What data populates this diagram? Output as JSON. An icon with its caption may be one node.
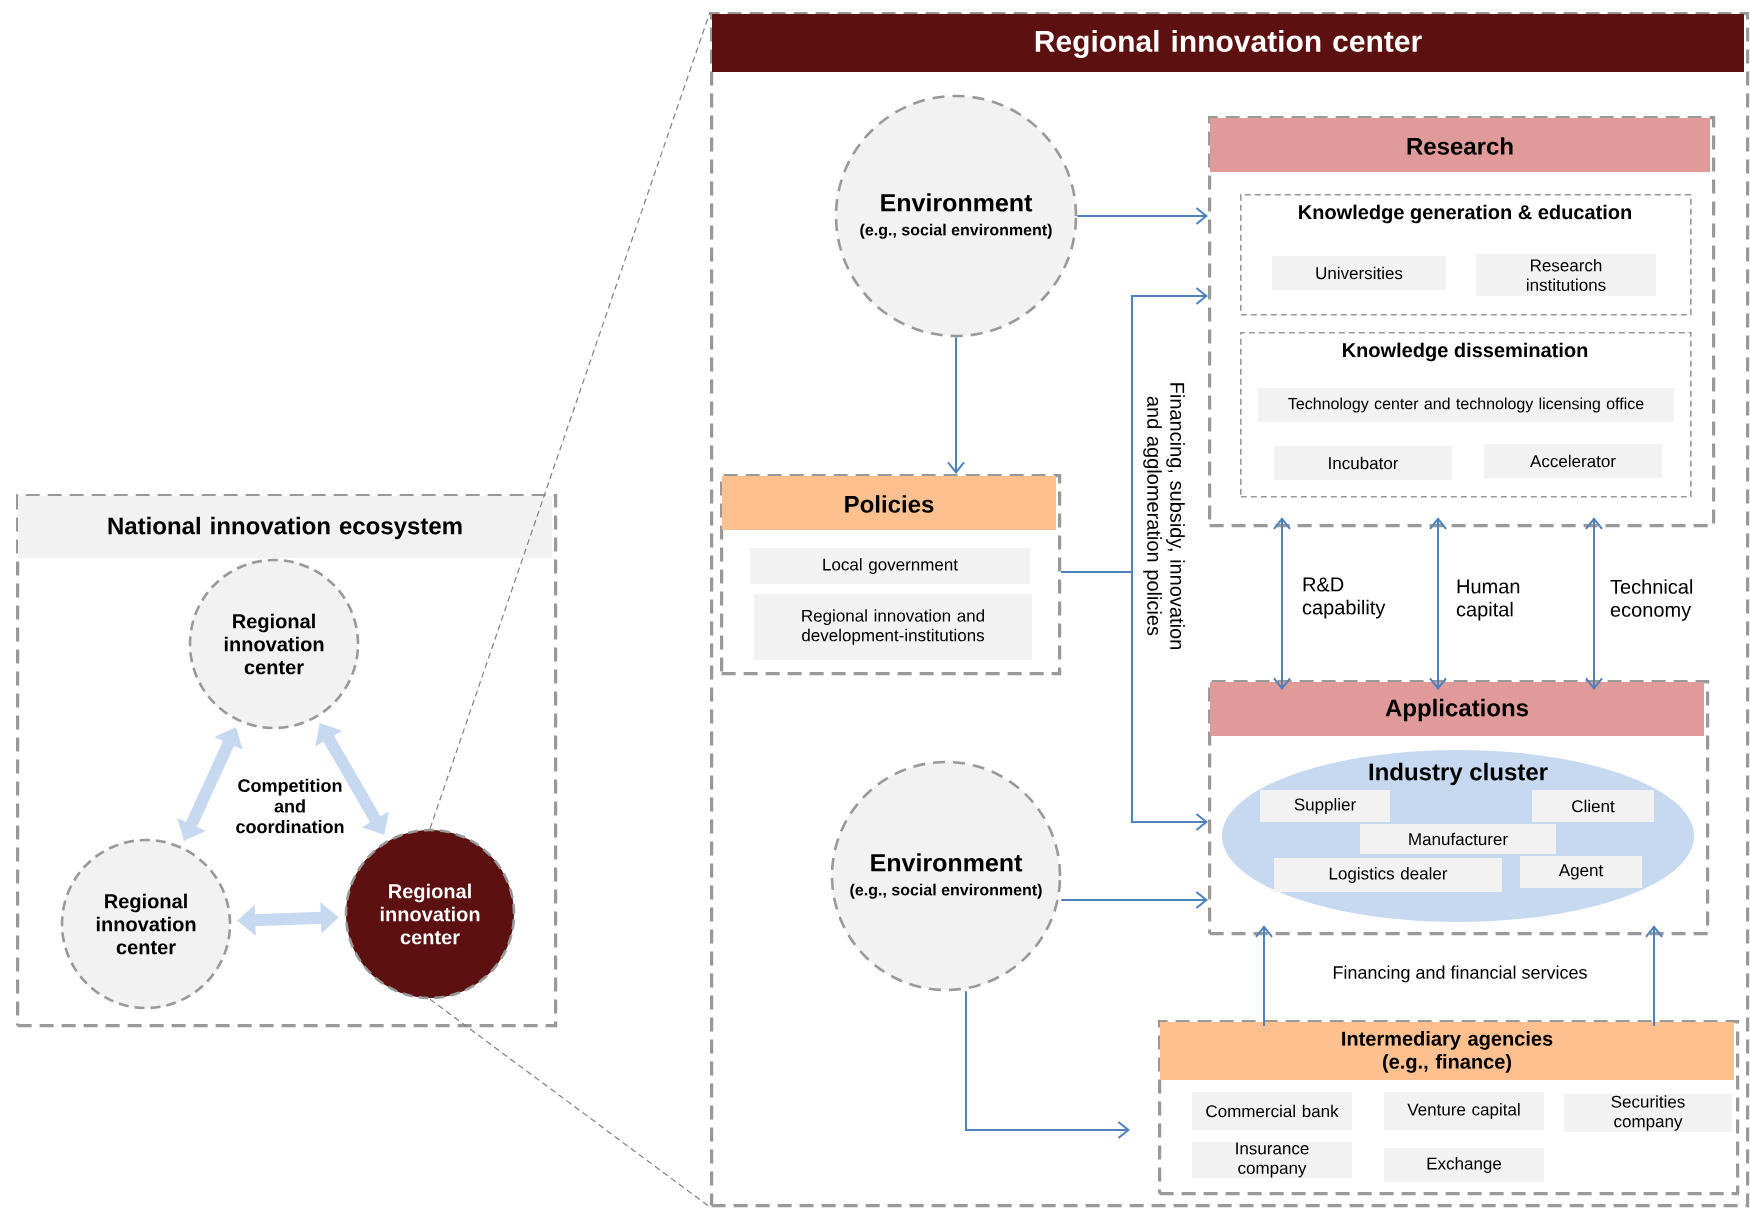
{
  "diagram": {
    "nodes": [
      {
        "text": [
          "National innovation ecosystem"
        ]
      },
      {
        "text": [
          "Regional innovation center"
        ],
        "in": 0
      },
      {
        "text": [
          "Regional innovation center"
        ],
        "in": 0
      },
      {
        "text": [
          "Regional innovation center"
        ],
        "in": 0
      },
      {
        "text": [
          "Regional innovation center"
        ]
      },
      {
        "text": [
          "Environment",
          "(e.g., social environment)"
        ],
        "in": 4
      },
      {
        "text": [
          "Research"
        ],
        "in": 4
      },
      {
        "text": [
          "Knowledge generation & education"
        ],
        "in": 6
      },
      {
        "text": [
          "Universities"
        ],
        "in": 7
      },
      {
        "text": [
          "Research institutions"
        ],
        "in": 7
      },
      {
        "text": [
          "Knowledge dissemination"
        ],
        "in": 6
      },
      {
        "text": [
          "Technology center and technology licensing office"
        ],
        "in": 10
      },
      {
        "text": [
          "Incubator"
        ],
        "in": 10
      },
      {
        "text": [
          "Accelerator"
        ],
        "in": 10
      },
      {
        "text": [
          "Policies"
        ],
        "in": 4
      },
      {
        "text": [
          "Local government"
        ],
        "in": 14
      },
      {
        "text": [
          "Regional innovation and development-institutions"
        ],
        "in": 14
      },
      {
        "text": [
          "Applications"
        ],
        "in": 4
      },
      {
        "text": [
          "Industry cluster"
        ],
        "in": 17
      },
      {
        "text": [
          "Supplier"
        ],
        "in": 18
      },
      {
        "text": [
          "Client"
        ],
        "in": 18
      },
      {
        "text": [
          "Manufacturer"
        ],
        "in": 18
      },
      {
        "text": [
          "Logistics dealer"
        ],
        "in": 18
      },
      {
        "text": [
          "Agent"
        ],
        "in": 18
      },
      {
        "text": [
          "Environment",
          "(e.g., social environment)"
        ],
        "in": 4
      },
      {
        "text": [
          "Intermediary agencies (e.g., finance)"
        ],
        "in": 4
      },
      {
        "text": [
          "Commercial bank"
        ],
        "in": 25
      },
      {
        "text": [
          "Venture capital"
        ],
        "in": 25
      },
      {
        "text": [
          "Securities company"
        ],
        "in": 25
      },
      {
        "text": [
          "Insurance company"
        ],
        "in": 25
      },
      {
        "text": [
          "Exchange"
        ],
        "in": 25
      }
    ],
    "edges": [
      {
        "from": 5,
        "to": 6,
        "arrow": "to"
      },
      {
        "from": 5,
        "to": 14,
        "arrow": "to"
      },
      {
        "from": 14,
        "to": 6,
        "arrow": "to",
        "label": "Financing, subsidy, innovation and agglomeration policies"
      },
      {
        "from": 14,
        "to": 17,
        "arrow": "to"
      },
      {
        "from": 6,
        "to": 17,
        "arrow": "both",
        "label": "R&D capability"
      },
      {
        "from": 6,
        "to": 17,
        "arrow": "both",
        "label": "Human capital"
      },
      {
        "from": 6,
        "to": 17,
        "arrow": "both",
        "label": "Technical economy"
      },
      {
        "from": 24,
        "to": 17,
        "arrow": "to"
      },
      {
        "from": 24,
        "to": 25,
        "arrow": "to"
      },
      {
        "from": 25,
        "to": 17,
        "arrow": "to",
        "label": "Financing and financial services"
      },
      {
        "from": 25,
        "to": 17,
        "arrow": "to"
      },
      {
        "from": 1,
        "to": 2,
        "arrow": "both",
        "style": "thick",
        "color": "#c6d9f0"
      },
      {
        "from": 1,
        "to": 3,
        "arrow": "both",
        "style": "thick",
        "color": "#c6d9f0"
      },
      {
        "from": 2,
        "to": 3,
        "arrow": "both",
        "style": "thick",
        "color": "#c6d9f0"
      },
      {
        "from": 3,
        "to": 4,
        "arrow": "none",
        "style": "dashed",
        "color": "#808080"
      },
      {
        "from": 3,
        "to": 4,
        "arrow": "none",
        "style": "dashed",
        "color": "#808080"
      }
    ],
    "labels": [
      "Competition and coordination"
    ]
  }
}
